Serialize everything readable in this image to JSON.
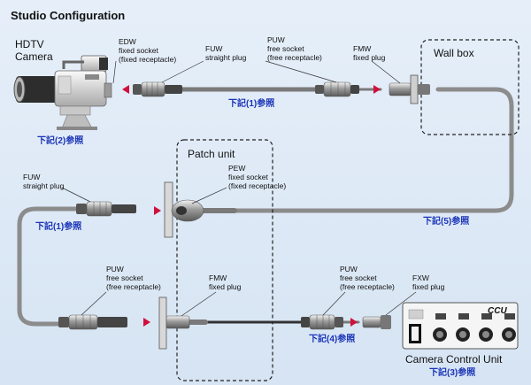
{
  "title": "Studio Configuration",
  "colors": {
    "background": "#dde9f6",
    "cable": "#8a8a8a",
    "arrow": "#d0103a",
    "ref_text": "#1a34b8",
    "label_text": "#111111"
  },
  "labels": {
    "hdtv_camera_line1": "HDTV",
    "hdtv_camera_line2": "Camera",
    "wall_box": "Wall box",
    "patch_unit": "Patch unit",
    "ccu_badge": "CCU",
    "camera_control_unit": "Camera Control Unit"
  },
  "connectors": {
    "edw": [
      "EDW",
      "fixed socket",
      "(fixed receptacle)"
    ],
    "fuw_top": [
      "FUW",
      "straight plug"
    ],
    "puw_top": [
      "PUW",
      "free socket",
      "(free receptacle)"
    ],
    "fmw_top": [
      "FMW",
      "fixed plug"
    ],
    "fuw_left": [
      "FUW",
      "straight plug"
    ],
    "pew": [
      "PEW",
      "fixed socket",
      "(fixed receptacle)"
    ],
    "puw_bottom_left": [
      "PUW",
      "free socket",
      "(free receptacle)"
    ],
    "fmw_bottom": [
      "FMW",
      "fixed plug"
    ],
    "puw_bottom_right": [
      "PUW",
      "free socket",
      "(free receptacle)"
    ],
    "fxw": [
      "FXW",
      "fixed plug"
    ]
  },
  "refs": {
    "ref_top": "下記(1)参照",
    "ref_camera": "下記(2)参照",
    "ref_left": "下記(1)参照",
    "ref_right": "下記(5)参照",
    "ref_bottom": "下記(4)参照",
    "ref_ccu": "下記(3)参照"
  }
}
